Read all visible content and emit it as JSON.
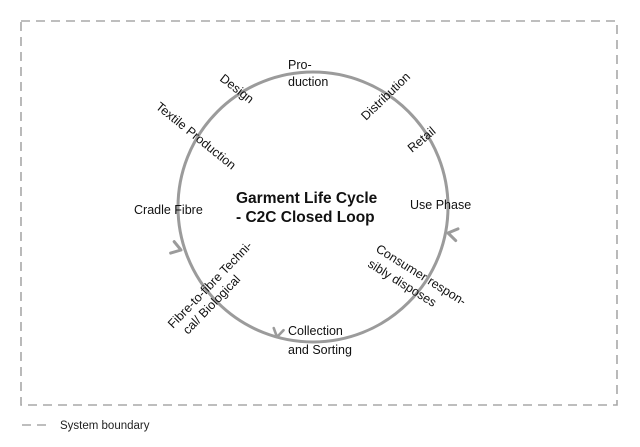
{
  "title": {
    "line1": "Garment Life Cycle",
    "line2": "- C2C Closed Loop"
  },
  "stages": {
    "production": [
      "Pro-",
      "duction"
    ],
    "distribution": "Distribution",
    "retail": "Retail",
    "use_phase": "Use Phase",
    "consumer_disposal": [
      "Consumer respon-",
      "sibly disposes"
    ],
    "collection": [
      "Collection",
      "and Sorting"
    ],
    "fibre_to_fibre": [
      "Fibre-to-fibre Techni-",
      "cal/ Biological"
    ],
    "cradle_fibre": "Cradle Fibre",
    "textile_production": "Textile Production",
    "design": "Design"
  },
  "legend": {
    "label": "System boundary"
  },
  "colors": {
    "loop": "#9b9b9b",
    "boundary": "#a8a8a8",
    "text": "#111111"
  }
}
